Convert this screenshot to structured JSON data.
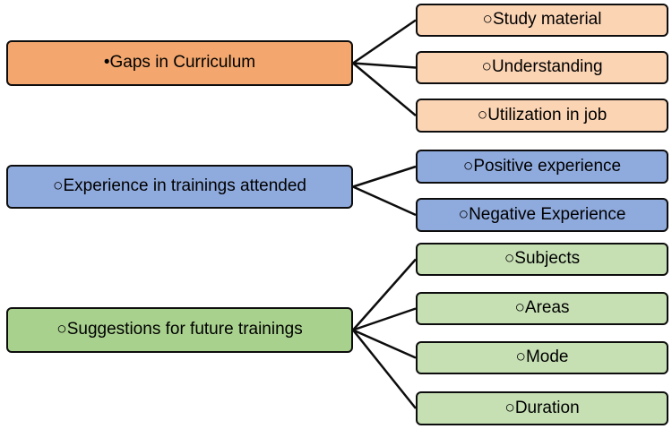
{
  "diagram": {
    "background_color": "#FFFFFF",
    "border_color": "#0d0d0d",
    "groups": [
      {
        "name": "gaps-in-curriculum",
        "parent_label": "•Gaps in Curriculum",
        "parent_fill": "#F3A76E",
        "child_fill": "#FBD4B4",
        "children": [
          "○Study material",
          "○Understanding",
          "○Utilization in job"
        ]
      },
      {
        "name": "experience-in-trainings-attended",
        "parent_label": "○Experience in trainings attended",
        "parent_fill": "#8FAADC",
        "child_fill": "#8FAADC",
        "children": [
          "○Positive experience",
          "○Negative Experience"
        ]
      },
      {
        "name": "suggestions-for-future-trainings",
        "parent_label": "○Suggestions for future trainings",
        "parent_fill": "#A9D18E",
        "child_fill": "#C6E0B4",
        "children": [
          "○Subjects",
          "○Areas",
          "○Mode",
          "○Duration"
        ]
      }
    ]
  }
}
